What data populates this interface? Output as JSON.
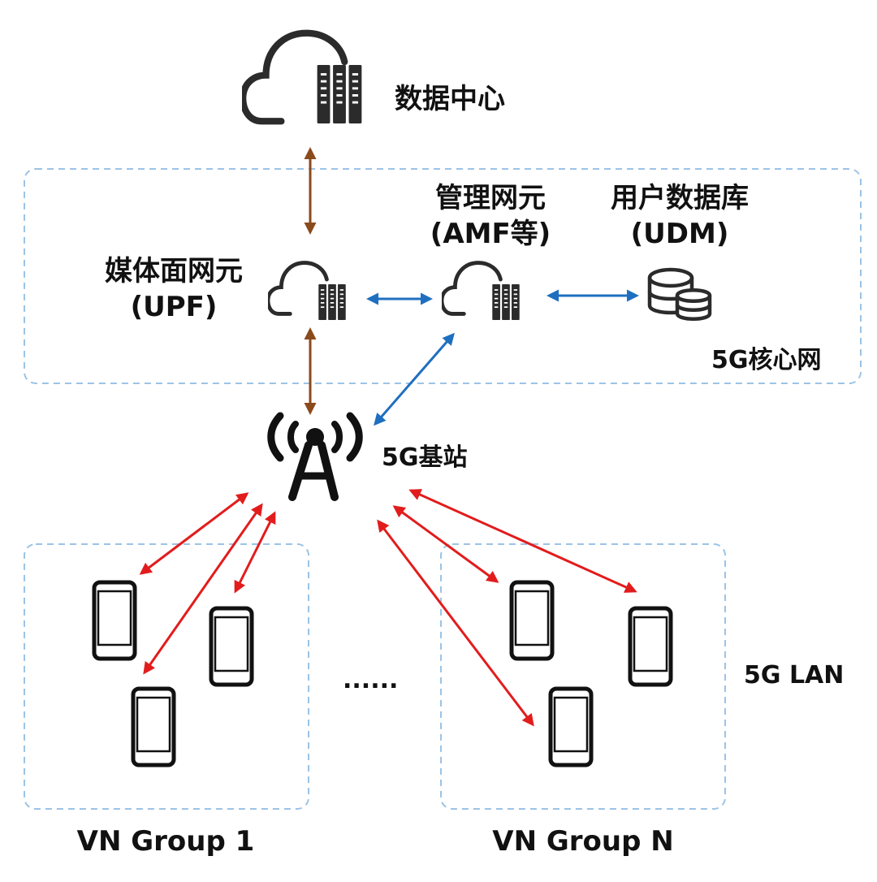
{
  "labels": {
    "data_center": "数据中心",
    "upf_name": "媒体面网元",
    "upf_abbr": "(UPF)",
    "amf_name": "管理网元",
    "amf_abbr": "(AMF等)",
    "udm_name": "用户数据库",
    "udm_abbr": "(UDM)",
    "core_network": "5G核心网",
    "base_station": "5G基站",
    "lan": "5G LAN",
    "ellipsis": "......",
    "group_first": "VN Group 1",
    "group_last": "VN Group N"
  },
  "icons": [
    "cloud-icon",
    "server-rack-icon",
    "database-icon",
    "antenna-tower-icon",
    "smartphone-icon"
  ],
  "colors": {
    "uplink_arrow": "#8b4a1c",
    "control_arrow": "#1f6fc0",
    "radio_arrow": "#e21c1c",
    "dashed_border": "#9cc3e6",
    "icon": "#2b2b2b"
  }
}
